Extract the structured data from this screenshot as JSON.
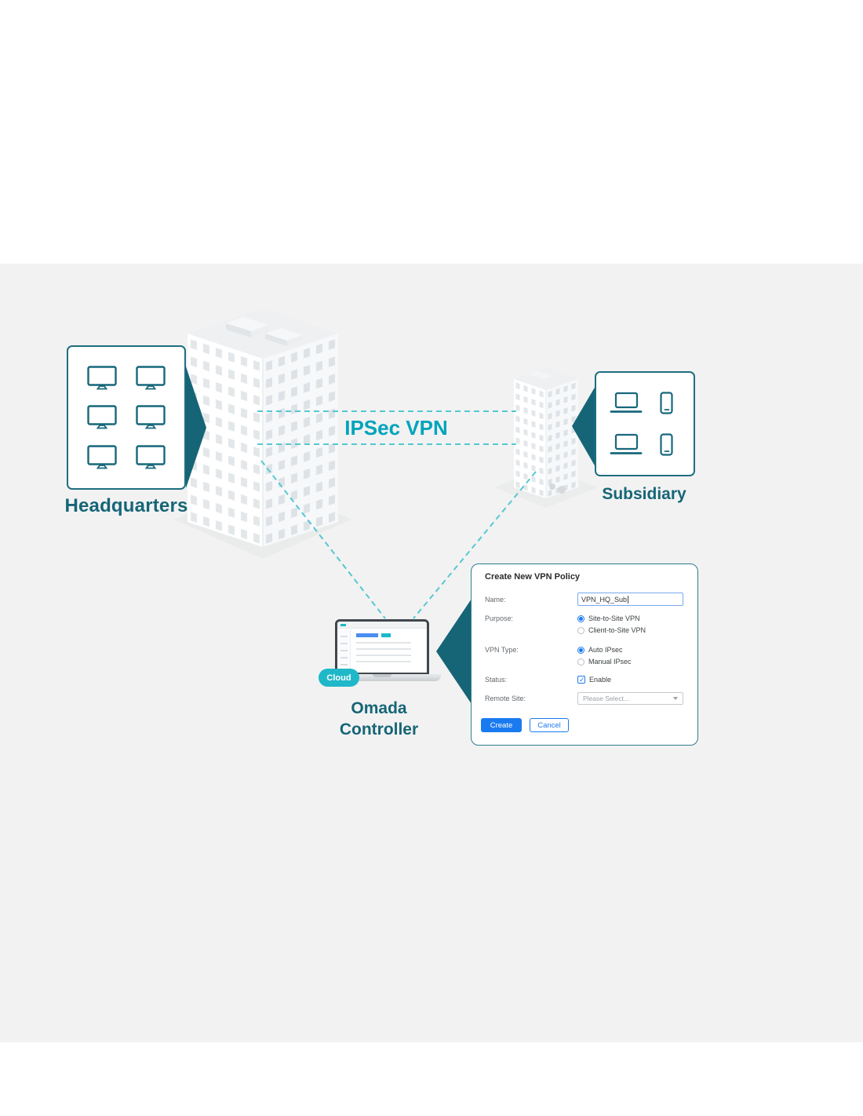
{
  "scene": {
    "ipsec_label": "IPSec VPN",
    "headquarters_label": "Headquarters",
    "subsidiary_label": "Subsidiary",
    "controller_line1": "Omada",
    "controller_line2": "Controller",
    "cloud_badge": "Cloud"
  },
  "dialog": {
    "title": "Create New VPN Policy",
    "name": {
      "label": "Name:",
      "value": "VPN_HQ_Sub"
    },
    "purpose": {
      "label": "Purpose:",
      "options": [
        "Site-to-Site VPN",
        "Client-to-Site VPN"
      ],
      "selected": "Site-to-Site VPN"
    },
    "vpn_type": {
      "label": "VPN Type:",
      "options": [
        "Auto IPsec",
        "Manual IPsec"
      ],
      "selected": "Auto IPsec"
    },
    "status": {
      "label": "Status:",
      "checkbox_label": "Enable",
      "checked": true
    },
    "remote_site": {
      "label": "Remote Site:",
      "value": "Please Select..."
    },
    "buttons": {
      "create": "Create",
      "cancel": "Cancel"
    }
  },
  "colors": {
    "teal_dark": "#166577",
    "teal_bright": "#00a4bd",
    "dashed_line": "#54c8d2",
    "cloud_badge": "#1eb8c9",
    "primary_blue": "#1a7af0",
    "band_background": "#f2f2f2",
    "box_border": "#1e6e80"
  }
}
